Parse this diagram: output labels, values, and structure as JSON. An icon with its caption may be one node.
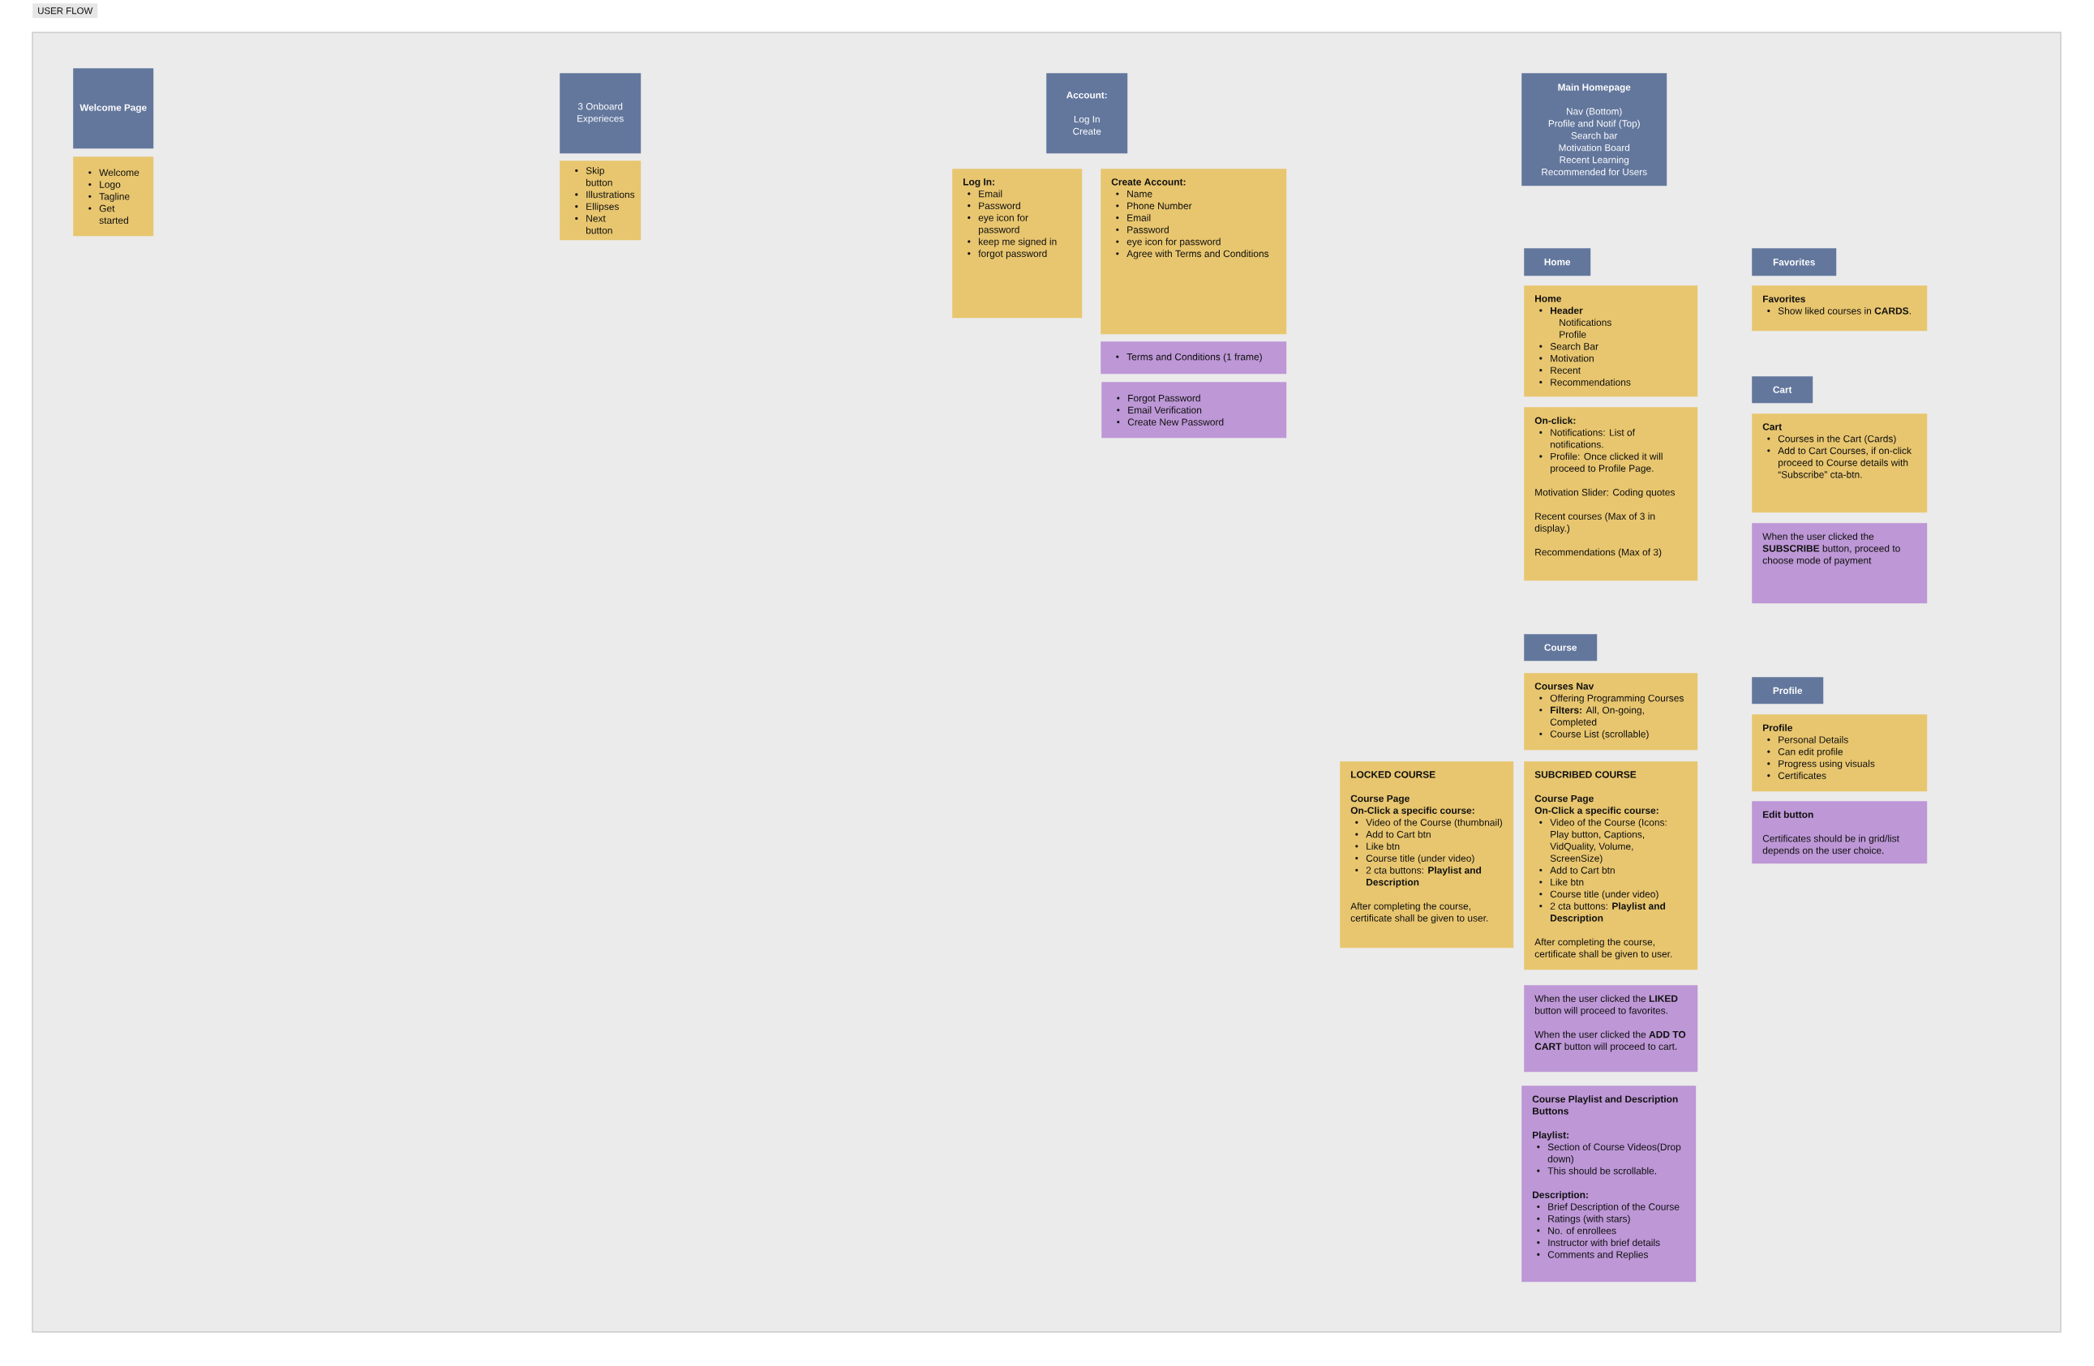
{
  "diagram": {
    "title": "USER FLOW",
    "nodes": [
      {
        "text": [
          "Welcome Page"
        ]
      },
      {
        "text": [
          "Welcome",
          "Logo",
          "Tagline",
          "Get started"
        ]
      },
      {
        "text": [
          "3 Onboard Experieces"
        ]
      },
      {
        "text": [
          "Skip button",
          "Illustrations",
          "Ellipses",
          "Next button"
        ]
      },
      {
        "text": [
          "Account:",
          "Log In",
          "Create"
        ]
      },
      {
        "text": [
          "Log In:",
          "Email",
          "Password",
          "eye icon for password",
          "keep me signed in",
          "forgot password"
        ]
      },
      {
        "text": [
          "Create Account:",
          "Name",
          "Phone Number",
          "Email",
          "Password",
          "eye icon for password",
          "Agree with Terms and Conditions"
        ]
      },
      {
        "text": [
          "Terms and Conditions (1 frame)"
        ]
      },
      {
        "text": [
          "Forgot Password",
          "Email Verification",
          "Create New Password"
        ]
      },
      {
        "text": [
          "Main Homepage",
          "Nav (Bottom)",
          "Profile and Notif (Top)",
          "Search bar",
          "Motivation Board",
          "Recent Learning",
          "Recommended for Users"
        ]
      },
      {
        "text": [
          "Home"
        ]
      },
      {
        "text": [
          "Home",
          "Header",
          "Notifications",
          "Profile",
          "Search Bar",
          "Motivation",
          "Recent",
          "Recommendations"
        ]
      },
      {
        "text": [
          "On-click:",
          "Notifications: List of notifications.",
          "Profile: Once clicked it will proceed to Profile Page.",
          "Motivation Slider: Coding quotes",
          "Recent courses (Max of 3 in display.)",
          "Recommendations (Max of 3)"
        ]
      },
      {
        "text": [
          "Favorites"
        ]
      },
      {
        "text": [
          "Favorites",
          "Show liked courses in **CARDS**."
        ]
      },
      {
        "text": [
          "Cart"
        ]
      },
      {
        "text": [
          "Cart",
          "Courses in the Cart (Cards)",
          "Add to Cart Courses, if on-click proceed to Course details with “Subscribe” cta-btn."
        ]
      },
      {
        "text": [
          "When the user clicked the **SUBSCRIBE** button, proceed to choose mode of payment"
        ]
      },
      {
        "text": [
          "Course"
        ]
      },
      {
        "text": [
          "Courses Nav",
          "Offering Programming Courses",
          "**Filters:** All, On-going, Completed",
          "Course List (scrollable)"
        ]
      },
      {
        "text": [
          "LOCKED COURSE",
          "Course Page",
          "On-Click a specific course:",
          "Video of the Course (thumbnail)",
          "Add to Cart btn",
          "Like btn",
          "Course title (under video)",
          "2 cta buttons: **Playlist and Description**",
          "After completing the course, certificate shall be given to user."
        ]
      },
      {
        "text": [
          "SUBCRIBED COURSE",
          "Course Page",
          "On-Click a specific course:",
          "Video of the Course (Icons: Play button, Captions, VidQuality, Volume, ScreenSize)",
          "Add to Cart btn",
          "Like btn",
          "Course title (under video)",
          "2 cta buttons: **Playlist and Description**",
          "After completing the course, certificate shall be given to user."
        ]
      },
      {
        "text": [
          "When the user clicked the **LIKED** button will proceed to favorites.",
          "When the user clicked the **ADD TO CART** button will proceed to cart."
        ]
      },
      {
        "text": [
          "Course Playlist and Description Buttons",
          "Playlist:",
          "Section of Course Videos(Drop down)",
          "This should be scrollable.",
          "Description:",
          "Brief Description of the Course",
          "Ratings (with stars)",
          "No. of enrollees",
          "Instructor with brief details",
          "Comments and Replies"
        ]
      },
      {
        "text": [
          "Profile"
        ]
      },
      {
        "text": [
          "Profile",
          "Personal Details",
          "Can edit profile",
          "Progress using visuals",
          "Certificates"
        ]
      },
      {
        "text": [
          "Edit button",
          "Certificates should be in grid/list depends on the user choice."
        ]
      }
    ]
  }
}
